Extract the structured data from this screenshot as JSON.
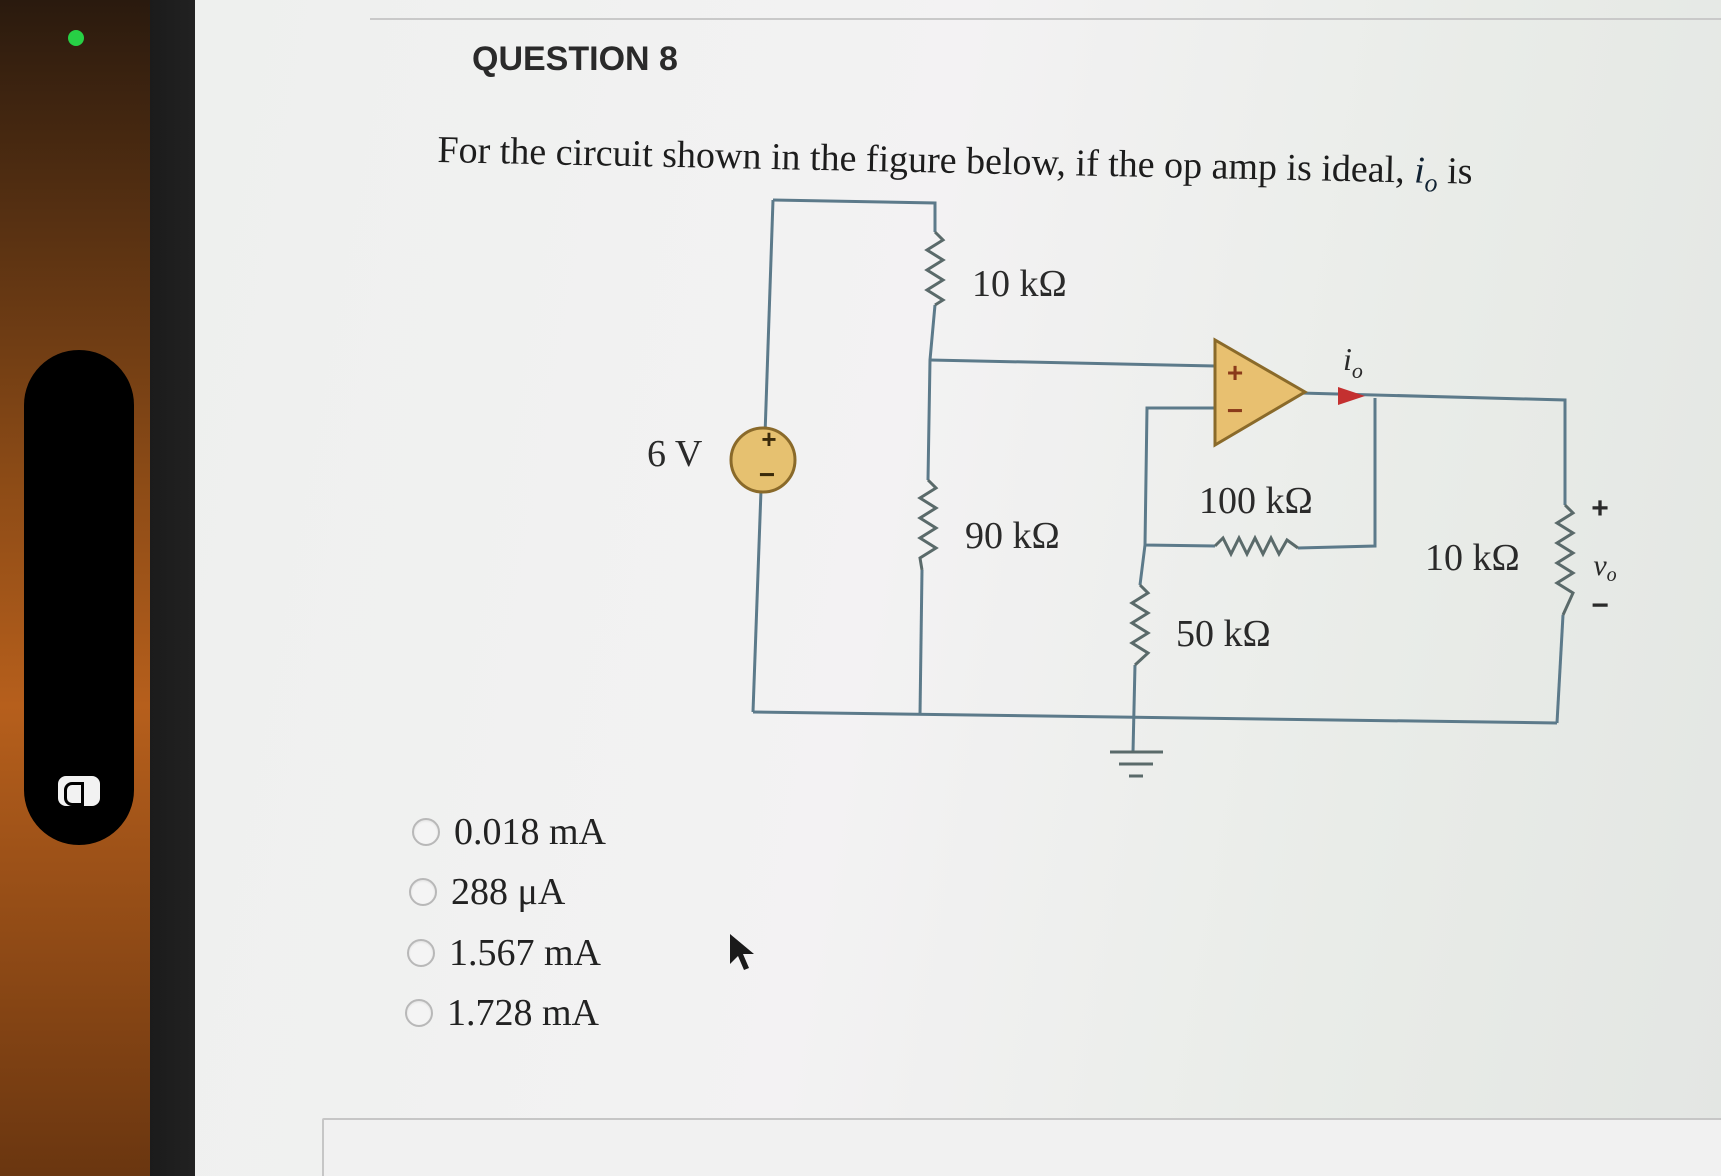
{
  "question": {
    "title": "QUESTION 8",
    "prompt_text": "For the circuit shown in the figure below, if the op amp is ideal,",
    "prompt_var": "i",
    "prompt_sub": "o",
    "prompt_end": "is"
  },
  "circuit": {
    "source_label": "6 V",
    "source_plus": "+",
    "source_minus": "−",
    "r_top": "10 kΩ",
    "r_bottom": "90 kΩ",
    "r_feedback": "100 kΩ",
    "r_ground": "50 kΩ",
    "r_load": "10 kΩ",
    "opamp_plus": "+",
    "opamp_minus": "−",
    "current_label": "i",
    "current_sub": "o",
    "vo_plus": "+",
    "vo_label": "v",
    "vo_sub": "o",
    "vo_minus": "−"
  },
  "choices": [
    {
      "label": "0.018 mA"
    },
    {
      "label": "288 μA"
    },
    {
      "label": "1.567 mA"
    },
    {
      "label": "1.728 mA"
    }
  ],
  "colors": {
    "status_dot": "#27d045",
    "opamp_fill": "#e8c070",
    "opamp_stroke": "#8a6a2a",
    "arrow": "#c43030",
    "wire": "#5c7a8a",
    "resistor": "#5a6a6a"
  }
}
